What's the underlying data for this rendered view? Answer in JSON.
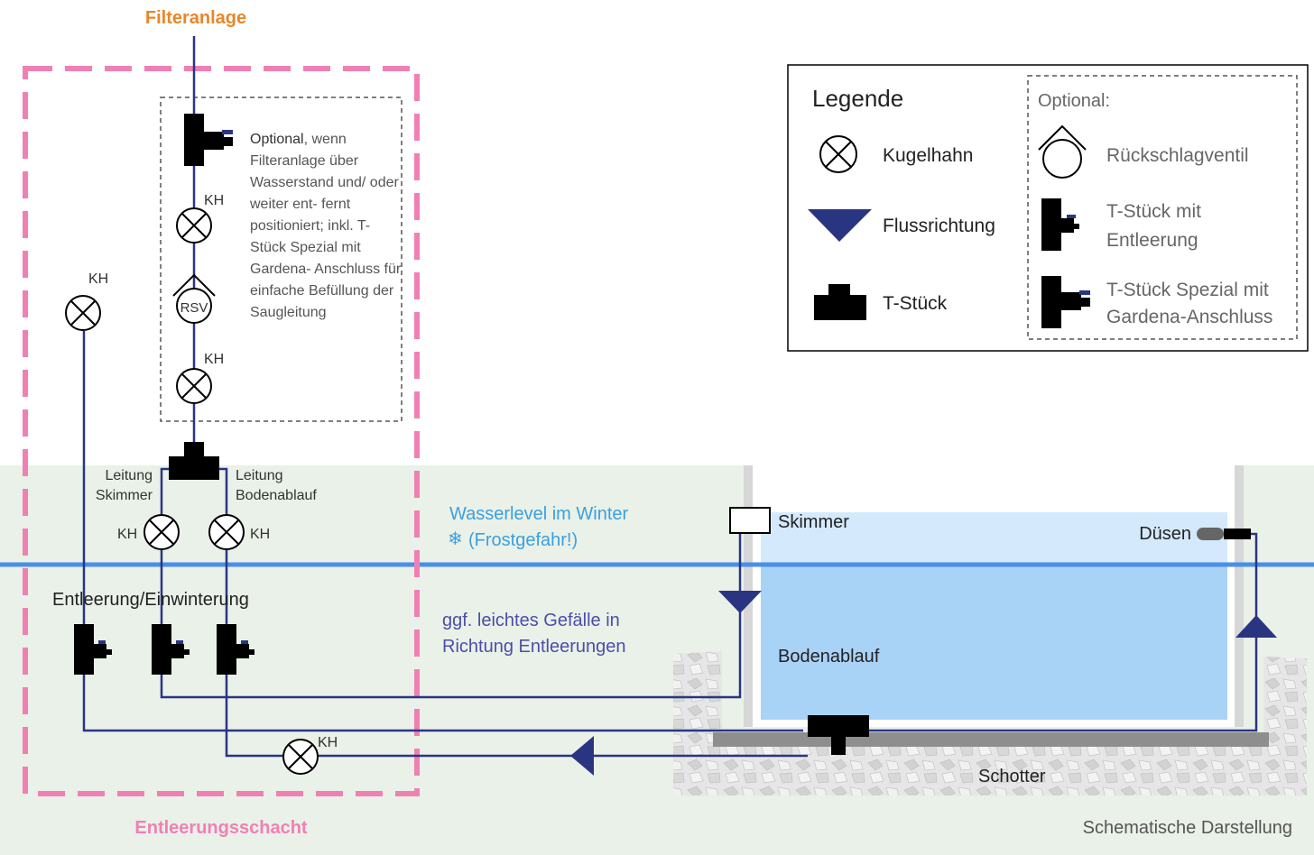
{
  "title_top": "Filteranlage",
  "title_bottom": "Entleerungsschacht",
  "caption": "Schematische Darstellung",
  "optional_note": {
    "lead": "Optional",
    "text": ", wenn Filteranlage über Wasserstand und/ oder weiter ent- fernt positioniert; inkl. T-Stück Spezial mit Gardena- Anschluss für einfache Befüllung der Saugleitung"
  },
  "labels": {
    "kh": "KH",
    "rsv": "RSV",
    "leitung_skimmer_1": "Leitung",
    "leitung_skimmer_2": "Skimmer",
    "leitung_boden_1": "Leitung",
    "leitung_boden_2": "Bodenablauf",
    "entleerung": "Entleerung/Einwinterung",
    "waterlevel_1": "Wasserlevel im Winter",
    "waterlevel_2": "(Frostgefahr!)",
    "gefaelle_1": "ggf. leichtes Gefälle in",
    "gefaelle_2": "Richtung Entleerungen",
    "skimmer": "Skimmer",
    "duesen": "Düsen",
    "bodenablauf": "Bodenablauf",
    "schotter": "Schotter"
  },
  "legend": {
    "title": "Legende",
    "items": [
      "Kugelhahn",
      "Flussrichtung",
      "T-Stück"
    ],
    "optional_title": "Optional:",
    "optional_items": [
      "Rückschlagventil",
      "T-Stück mit",
      "Entleerung",
      "T-Stück Spezial mit",
      "Gardena-Anschluss"
    ]
  },
  "colors": {
    "pipe": "#2a3582",
    "orange": "#e8862a",
    "pink": "#f080b4",
    "ground": "#eaf1e8",
    "water_top": "#d4e9fb",
    "water_bottom": "#a9d2f7",
    "waterline": "#4a8fe8",
    "waterlevel_text": "#3aa0e0",
    "gefaelle_text": "#4b4ea8",
    "legend_gray": "#666666"
  }
}
